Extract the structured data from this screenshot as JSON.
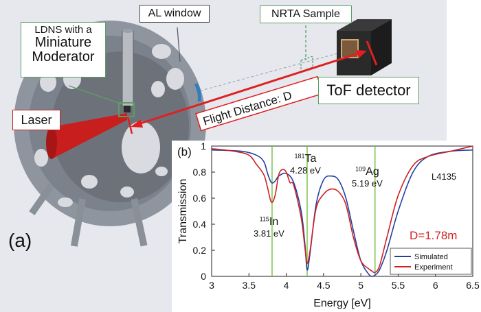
{
  "panel_a": {
    "label": "(a)",
    "labels": {
      "ldns_line1": "LDNS with a",
      "ldns_line2": "Miniature",
      "ldns_line3": "Moderator",
      "al_window": "AL window",
      "nrta_sample": "NRTA Sample",
      "tof_detector": "ToF detector",
      "laser": "Laser",
      "flight_distance": "Flight Distance: D"
    },
    "colors": {
      "chamber": "#8f959e",
      "laser_cone": "#c81e1e",
      "beam_arrow": "#e02020",
      "label_border": "#5a9e62",
      "background": "#e6e8ee"
    }
  },
  "panel_b": {
    "label": "(b)",
    "sample_id": "L4135",
    "distance_label": "D=1.78m",
    "peak_labels": [
      {
        "isotope": "115",
        "element": "In",
        "energy": "3.81 eV"
      },
      {
        "isotope": "181",
        "element": "Ta",
        "energy": "4.28 eV"
      },
      {
        "isotope": "109",
        "element": "Ag",
        "energy": "5.19 eV"
      }
    ]
  },
  "chart_data": {
    "type": "line",
    "xlabel": "Energy [eV]",
    "ylabel": "Transmission",
    "xlim": [
      3,
      6.5
    ],
    "ylim": [
      0,
      1
    ],
    "x_ticks": [
      "3",
      "3.5",
      "4",
      "4.5",
      "5",
      "5.5",
      "6",
      "6.5"
    ],
    "y_ticks": [
      "0",
      "0.2",
      "0.4",
      "0.6",
      "0.8",
      "1"
    ],
    "legend_position": "bottom-right",
    "resonance_lines_eV": [
      3.81,
      4.28,
      5.19
    ],
    "series": [
      {
        "name": "Simulated",
        "color": "#2040a0",
        "x": [
          3.0,
          3.4,
          3.6,
          3.7,
          3.75,
          3.8,
          3.85,
          3.9,
          4.0,
          4.1,
          4.2,
          4.25,
          4.28,
          4.32,
          4.4,
          4.5,
          4.6,
          4.7,
          4.8,
          4.9,
          5.0,
          5.1,
          5.15,
          5.19,
          5.25,
          5.35,
          5.5,
          5.7,
          5.9,
          6.2,
          6.5
        ],
        "values": [
          0.97,
          0.96,
          0.93,
          0.88,
          0.79,
          0.72,
          0.73,
          0.77,
          0.79,
          0.72,
          0.5,
          0.25,
          0.05,
          0.18,
          0.55,
          0.74,
          0.77,
          0.74,
          0.6,
          0.35,
          0.12,
          0.02,
          0.0,
          0.01,
          0.05,
          0.2,
          0.5,
          0.8,
          0.92,
          0.96,
          0.97
        ]
      },
      {
        "name": "Experiment",
        "color": "#d02020",
        "x": [
          3.0,
          3.3,
          3.5,
          3.6,
          3.7,
          3.75,
          3.8,
          3.85,
          3.9,
          3.95,
          4.0,
          4.05,
          4.1,
          4.2,
          4.25,
          4.28,
          4.32,
          4.4,
          4.5,
          4.6,
          4.7,
          4.8,
          4.9,
          5.0,
          5.1,
          5.15,
          5.19,
          5.25,
          5.35,
          5.5,
          5.7,
          5.9,
          6.2,
          6.5
        ],
        "values": [
          0.98,
          0.96,
          0.93,
          0.86,
          0.78,
          0.68,
          0.57,
          0.62,
          0.78,
          0.82,
          0.8,
          0.72,
          0.7,
          0.45,
          0.22,
          0.1,
          0.2,
          0.52,
          0.63,
          0.67,
          0.65,
          0.55,
          0.3,
          0.12,
          0.06,
          0.04,
          0.03,
          0.08,
          0.3,
          0.62,
          0.85,
          0.92,
          0.96,
          1.0
        ]
      }
    ]
  }
}
